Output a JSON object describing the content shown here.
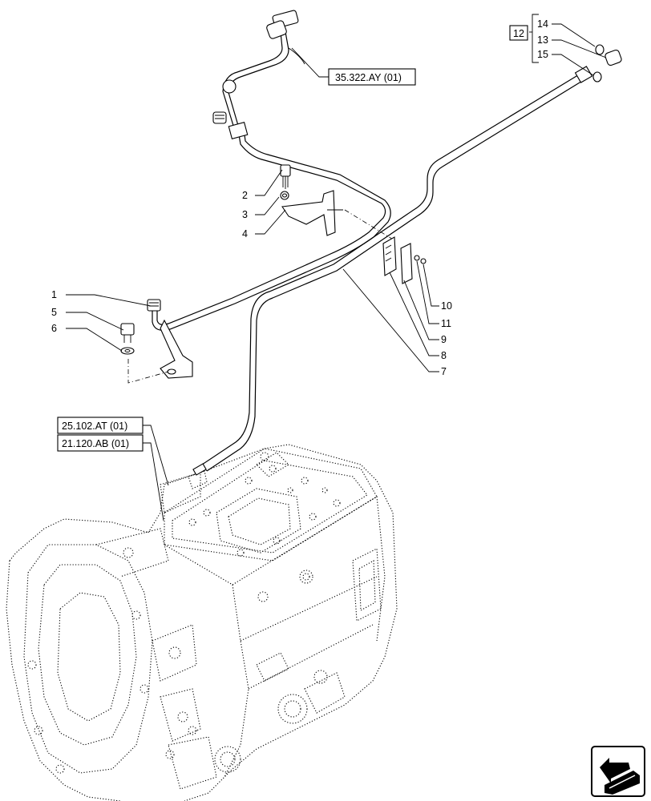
{
  "callouts": {
    "c1": "1",
    "c2": "2",
    "c3": "3",
    "c4": "4",
    "c5": "5",
    "c6": "6",
    "c7": "7",
    "c8": "8",
    "c9": "9",
    "c10": "10",
    "c11": "11",
    "c12": "12",
    "c13": "13",
    "c14": "14",
    "c15": "15"
  },
  "references": {
    "ref_top": "35.322.AY (01)",
    "ref_left_a": "25.102.AT (01)",
    "ref_left_b": "21.120.AB (01)"
  },
  "icons": {
    "nav_arrow": "back-arrow-icon"
  }
}
